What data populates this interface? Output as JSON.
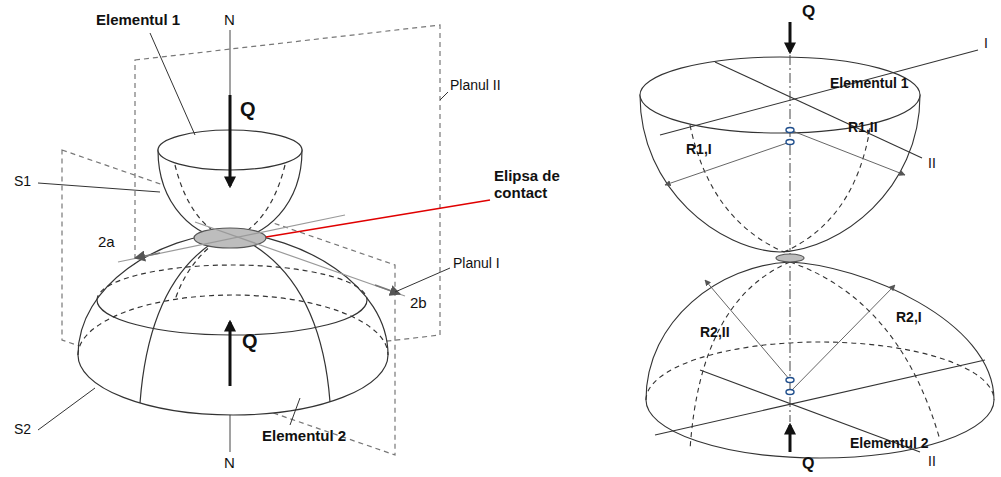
{
  "diagram": {
    "labels": [
      "N",
      "Elementul 1",
      "Q",
      "Planul II",
      "S1",
      "Elipsa de contact",
      "2b",
      "2a",
      "Planul I",
      "S2",
      "Q",
      "Elementul 2",
      "N",
      "Q",
      "I",
      "Elementul 1",
      "R1,I",
      "R1,II",
      "II",
      "R2,II",
      "R2,I",
      "Elementul 2",
      "II",
      "Q"
    ]
  }
}
